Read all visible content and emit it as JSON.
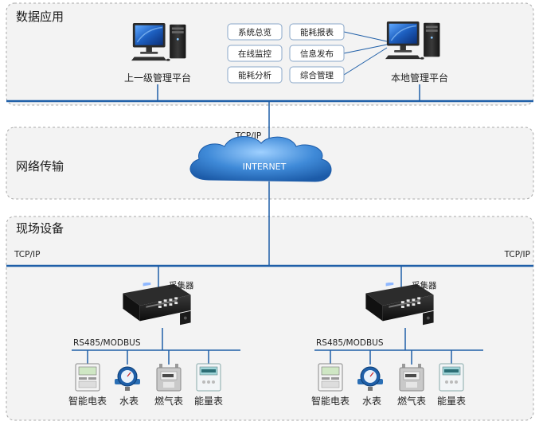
{
  "sections": {
    "data_app": "数据应用",
    "network": "网络传输",
    "field": "现场设备"
  },
  "platforms": {
    "upper": "上一级管理平台",
    "local": "本地管理平台"
  },
  "functions": [
    "系统总览",
    "能耗报表",
    "在线监控",
    "信息发布",
    "能耗分析",
    "综合管理"
  ],
  "network": {
    "protocol_top": "TCP/IP",
    "cloud": "INTERNET"
  },
  "field": {
    "protocol_left": "TCP/IP",
    "protocol_right": "TCP/IP"
  },
  "collectors": [
    {
      "label": "采集器",
      "bus": "RS485/MODBUS",
      "meters": [
        "智能电表",
        "水表",
        "燃气表",
        "能量表"
      ]
    },
    {
      "label": "采集器",
      "bus": "RS485/MODBUS",
      "meters": [
        "智能电表",
        "水表",
        "燃气表",
        "能量表"
      ]
    }
  ],
  "colors": {
    "bus_line": "#1f5fa8",
    "panel_bg": "#f2f2f2",
    "panel_border": "#b0b0b0",
    "cloud_fill": "#2f78c4",
    "monitor_screen": "#1c4fa0"
  }
}
